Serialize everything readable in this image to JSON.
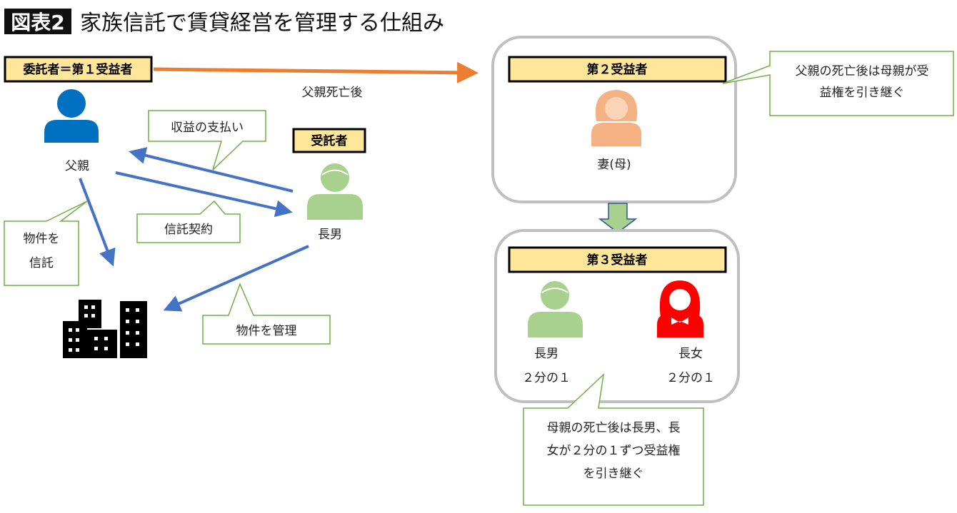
{
  "title": {
    "badge": "図表2",
    "text": "家族信託で賃貸経営を管理する仕組み"
  },
  "colors": {
    "label_fill": "#ffe699",
    "orange": "#ed7d31",
    "blue_arrow": "#4472c4",
    "father": "#0070c0",
    "son": "#a9d18e",
    "wife": "#f4b183",
    "daughter": "#ff0000",
    "callout": "#70ad47",
    "panel": "#bfbfbf"
  },
  "left": {
    "settlor_label": "委託者＝第１受益者",
    "after_death": "父親死亡後",
    "father": "父親",
    "trustee_label": "受託者",
    "son": "長男",
    "callout_income": "収益の支払い",
    "callout_contract": "信託契約",
    "callout_entrust": [
      "物件を",
      "信託"
    ],
    "callout_manage": "物件を管理"
  },
  "second": {
    "label": "第２受益者",
    "wife": "妻(母)",
    "callout": [
      "父親の死亡後は母親が受",
      "益権を引き継ぐ"
    ]
  },
  "third": {
    "label": "第３受益者",
    "son": "長男",
    "son_share": "２分の１",
    "daughter": "長女",
    "daughter_share": "２分の１",
    "callout": [
      "母親の死亡後は長男、長",
      "女が２分の１ずつ受益権",
      "を引き継ぐ"
    ]
  }
}
